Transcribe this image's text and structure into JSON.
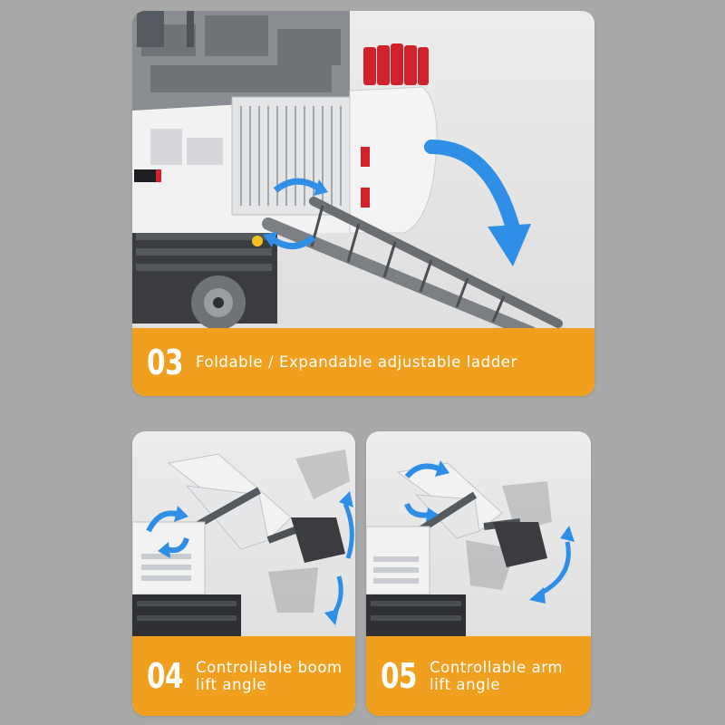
{
  "features": [
    {
      "number": "03",
      "caption": "Foldable / Expandable adjustable ladder"
    },
    {
      "number": "04",
      "caption_line1": "Controllable boom",
      "caption_line2": "lift angle"
    },
    {
      "number": "05",
      "caption_line1": "Controllable arm",
      "caption_line2": "lift angle"
    }
  ],
  "colors": {
    "page_background": "#a9a9a9",
    "panel_background": "#e6e6e6",
    "banner": "#f0a01e",
    "banner_text": "#ffffff",
    "arrow": "#2f8fe6",
    "model_white": "#f2f2f2",
    "model_grey": "#6f7378",
    "model_dark": "#2e3034",
    "accent_red": "#d1222b"
  },
  "icons": [
    "curved-down-arrow-icon",
    "rotate-arrow-icon",
    "double-headed-arc-arrow-icon"
  ]
}
